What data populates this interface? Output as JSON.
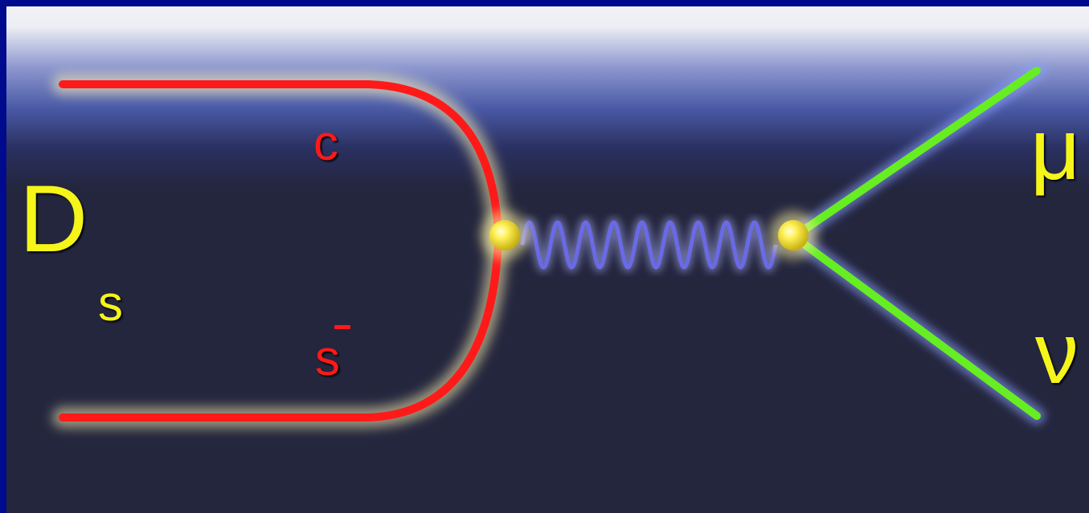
{
  "labels": {
    "meson": "D",
    "meson_subscript": "s",
    "quark": "c",
    "antiquark": "s",
    "lepton_charged": "μ",
    "lepton_neutral": "ν"
  },
  "colors": {
    "frame": "#000a8c",
    "panel": "#24263e",
    "panel_top_highlight": "#eeeef4",
    "quark_line": "#ff1a1a",
    "lepton_line": "#66ee22",
    "boson_wave": "#6a6ae6",
    "vertex": "#f6ea3a",
    "text_yellow": "#f5f51a",
    "text_red": "#ff1a1a"
  },
  "icons": {
    "left_vertex": "vertex-dot-icon",
    "right_vertex": "vertex-dot-icon",
    "boson": "w-boson-wavy-line",
    "antiquark_bar": "overbar-icon"
  }
}
